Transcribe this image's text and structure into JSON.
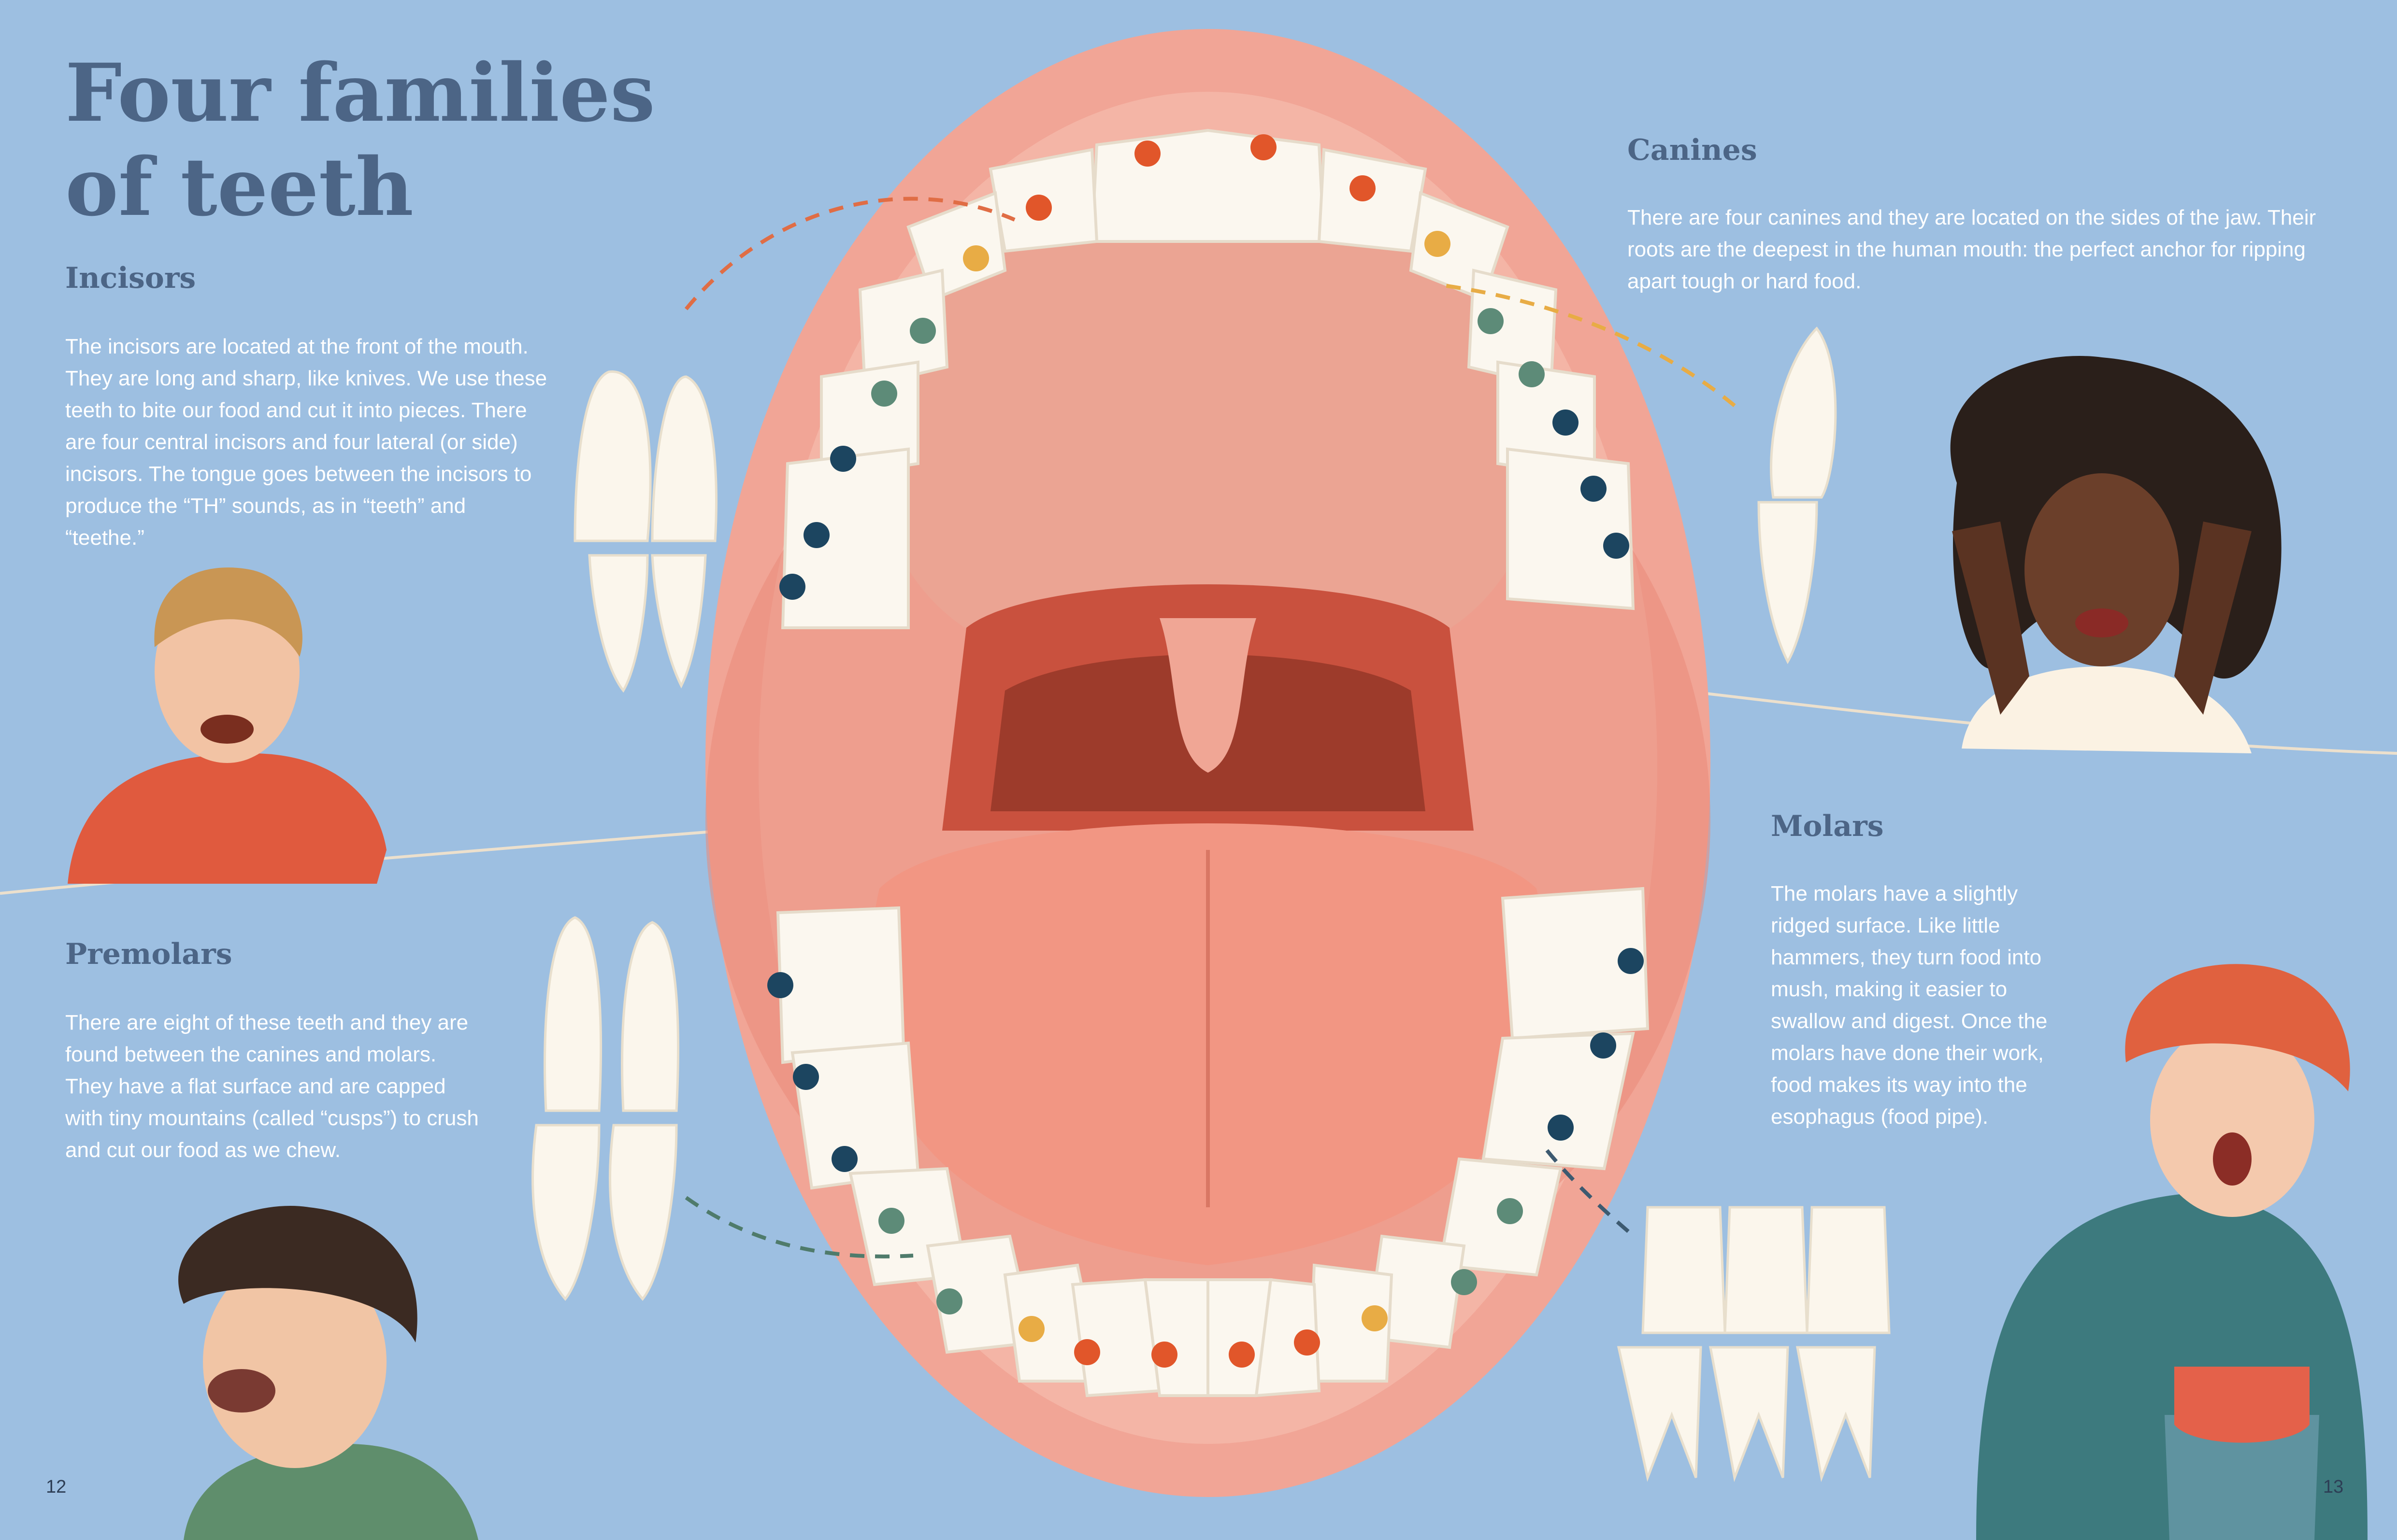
{
  "title": "Four families of teeth",
  "sections": {
    "incisors": {
      "heading": "Incisors",
      "text": "The incisors are located at the front of the mouth. They are long and sharp, like knives. We use these teeth to bite our food and cut it into pieces. There are four central incisors and four lateral (or side) incisors. The tongue goes between the incisors to produce the “TH” sounds, as in “teeth” and “teethe.”"
    },
    "canines": {
      "heading": "Canines",
      "text": "There are four canines and they are located on the sides of the jaw. Their roots are the deepest in the human mouth: the perfect anchor for ripping apart tough or hard food."
    },
    "premolars": {
      "heading": "Premolars",
      "text": "There are eight of these teeth and they are found between the canines and molars. They have a flat surface and are capped with tiny mountains (called “cusps”) to crush and cut our food as we chew."
    },
    "molars": {
      "heading": "Molars",
      "text": "The molars have a slightly ridged surface. Like little hammers, they turn food into mush, making it easier to swallow and digest. Once the molars have done their work, food makes its way into the esophagus (food pipe)."
    }
  },
  "page_numbers": {
    "left": "12",
    "right": "13"
  },
  "colors": {
    "background": "#9dbfe1",
    "heading": "#4c6586",
    "body_text": "#ffffff",
    "incisor_dot": "#e1562a",
    "canine_dot": "#e8ac45",
    "premolar_dot": "#5d8b78",
    "molar_dot": "#1c4560"
  }
}
